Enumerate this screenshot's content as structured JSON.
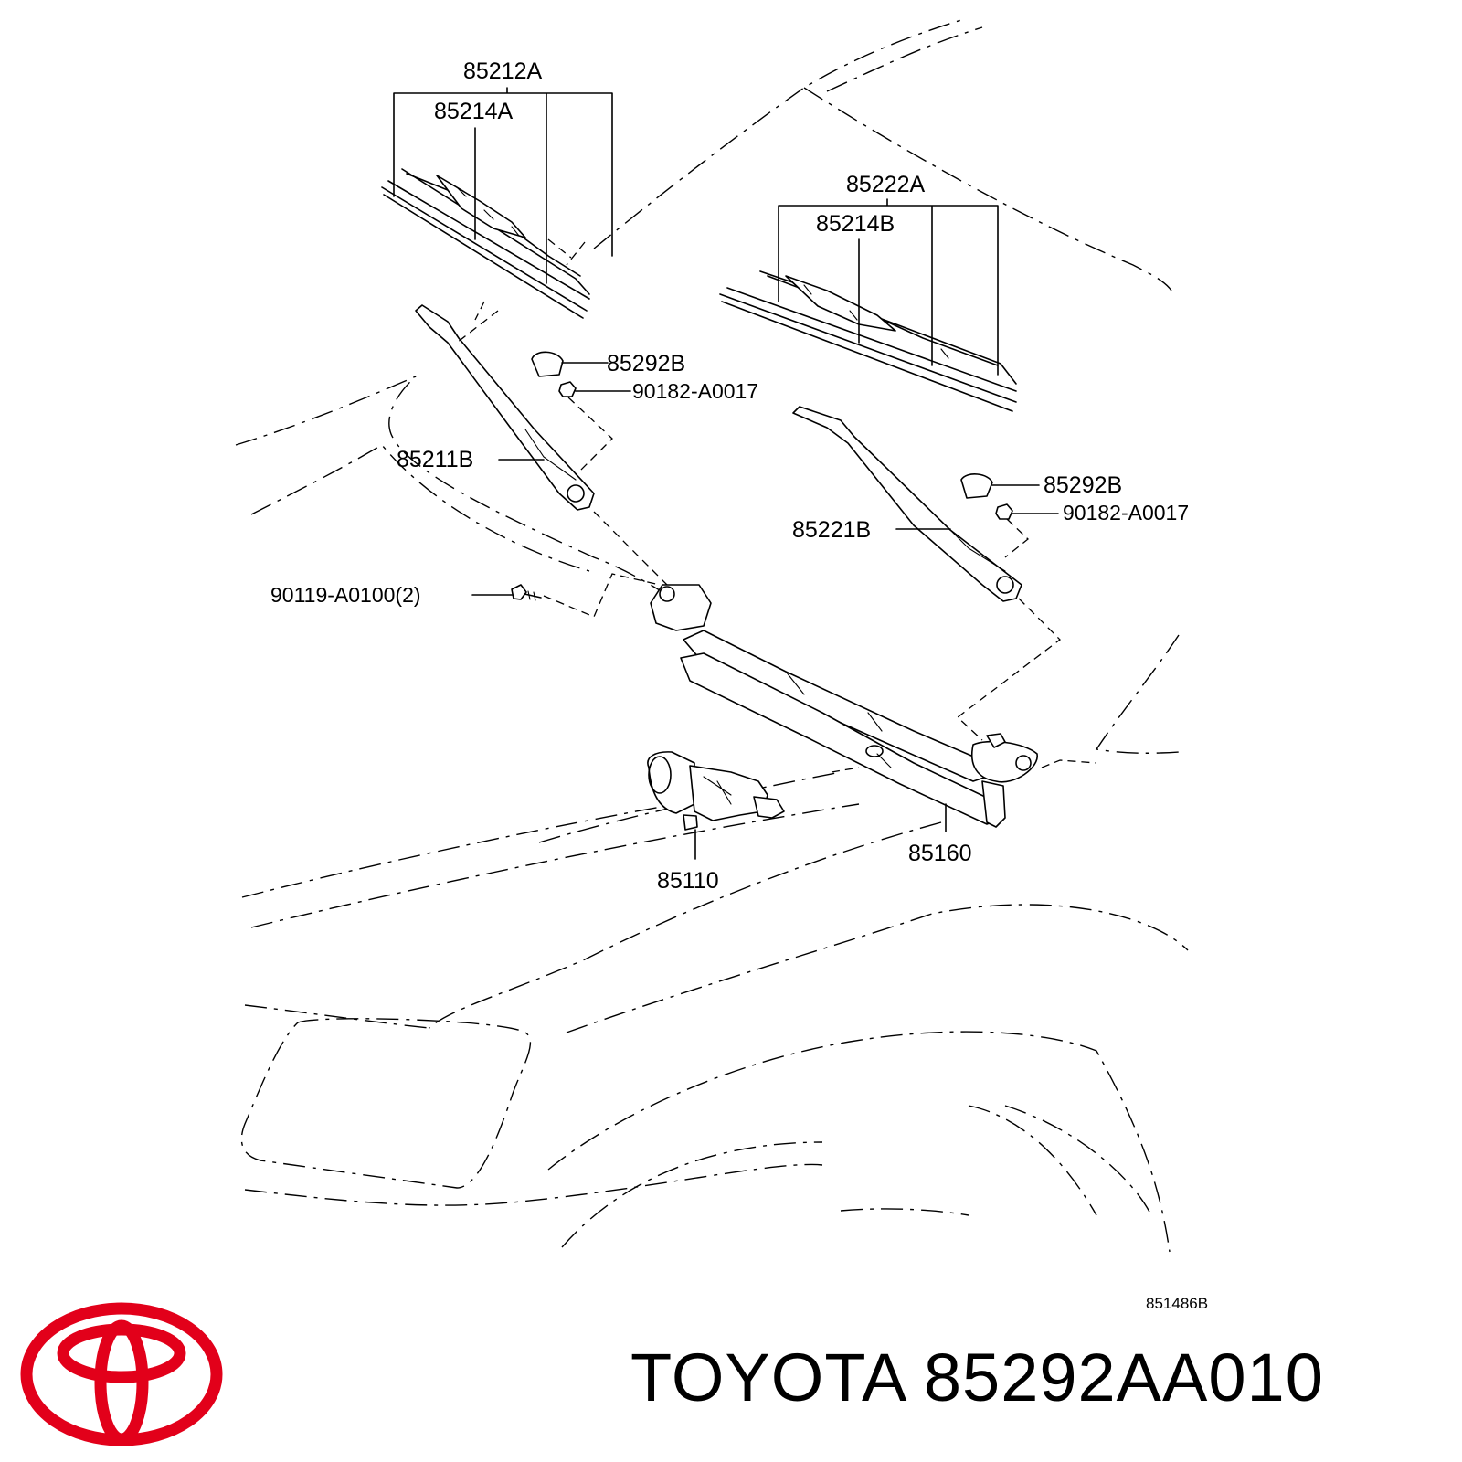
{
  "diagram": {
    "labels": {
      "blade_assy_lh": "85212A",
      "blade_rubber_lh": "85214A",
      "blade_assy_rh": "85222A",
      "blade_rubber_rh": "85214B",
      "cap_lh": "85292B",
      "nut_lh": "90182-A0017",
      "arm_lh": "85211B",
      "cap_rh": "85292B",
      "nut_rh": "90182-A0017",
      "arm_rh": "85221B",
      "bolt": "90119-A0100(2)",
      "motor": "85110",
      "link": "85160"
    },
    "illustration_code": "851486B"
  },
  "brand": {
    "name": "TOYOTA",
    "part_number": "85292AA010",
    "logo_color": "#e2001a"
  }
}
